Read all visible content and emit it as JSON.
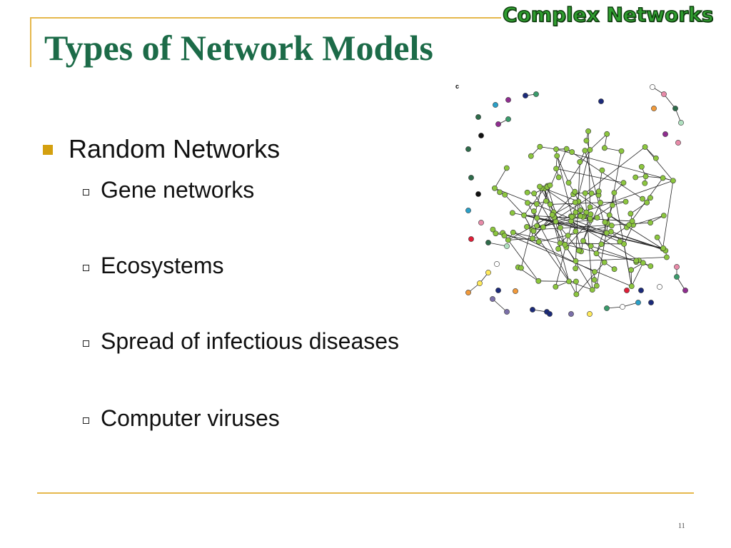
{
  "slide": {
    "brand": "Complex Networks",
    "title": "Types of Network Models",
    "bullet": "Random Networks",
    "subitems": [
      "Gene networks",
      "Ecosystems",
      "Spread of infectious diseases",
      "Computer viruses"
    ],
    "figure_label": "c",
    "page_number": "11"
  },
  "colors": {
    "accent_line": "#e6b84c",
    "title": "#1c6b48",
    "bullet_square": "#d4a00f",
    "brand": "#2f9e2f",
    "node_main": "#8cc63f"
  },
  "icons": {
    "bullet": "square-bullet-icon",
    "sub_bullet": "hollow-square-bullet-icon"
  }
}
